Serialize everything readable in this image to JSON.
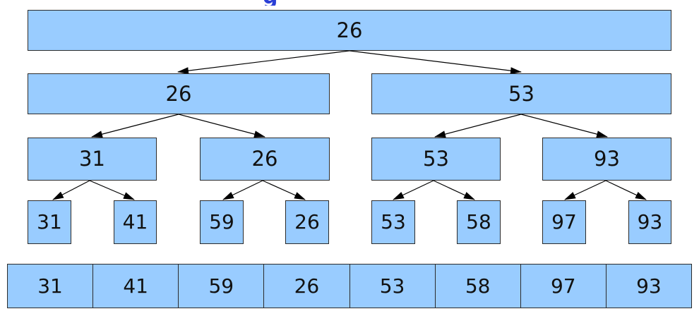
{
  "title_fragment": "g",
  "tree": {
    "root": "26",
    "level1": [
      "26",
      "53"
    ],
    "level2": [
      "31",
      "26",
      "53",
      "93"
    ],
    "leaves": [
      "31",
      "41",
      "59",
      "26",
      "53",
      "58",
      "97",
      "93"
    ]
  },
  "array": [
    "31",
    "41",
    "59",
    "26",
    "53",
    "58",
    "97",
    "93"
  ],
  "colors": {
    "node_fill": "#99ccff",
    "border": "#2b2b2b",
    "text": "#111111",
    "title_fragment": "#2a3fd6"
  }
}
